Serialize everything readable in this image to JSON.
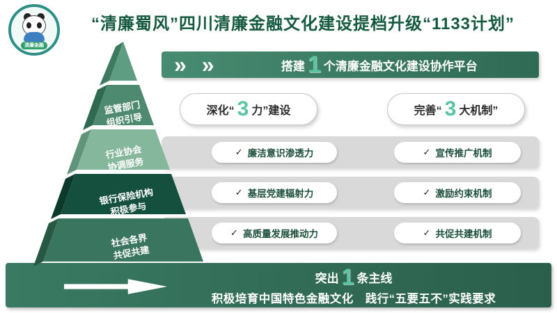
{
  "title": "“清廉蜀风”四川清廉金融文化建设提档升级“1133计划”",
  "logo": {
    "banner_text": "清廉金融"
  },
  "icons": {
    "chevrons": "»",
    "check": "✓"
  },
  "pyramid": {
    "apex": {
      "color": "#5f9d82",
      "facet": "#3e7a61"
    },
    "layers": [
      {
        "line1": "监管部门",
        "line2": "组织引导",
        "color": "#4e8a6f",
        "facet": "#2f6950"
      },
      {
        "line1": "行业协会",
        "line2": "协调服务",
        "color": "#85b79c",
        "facet": "#62947c"
      },
      {
        "line1": "银行保险机构",
        "line2": "积极参与",
        "color": "#14503d",
        "facet": "#0b3a2b"
      },
      {
        "line1": "社会各界",
        "line2": "共促共建",
        "color": "#3a7560",
        "facet": "#265844"
      }
    ]
  },
  "platform": {
    "prefix": "搭建",
    "number": "1",
    "suffix": "个清廉金融文化建设协作平台"
  },
  "mechanism_pills": {
    "left": {
      "pre": "深化“",
      "number": "3",
      "post": "力”建设"
    },
    "right": {
      "pre": "完善“",
      "number": "3",
      "post": "大机制”"
    }
  },
  "check_rows": [
    {
      "left": "廉洁意识渗透力",
      "right": "宣传推广机制"
    },
    {
      "left": "基层党建辐射力",
      "right": "激励约束机制"
    },
    {
      "left": "高质量发展推动力",
      "right": "共促共建机制"
    }
  ],
  "bottom": {
    "pre": "突出",
    "number": "1",
    "post": "条主线",
    "line2": "积极培育中国特色金融文化　践行“五要五不”实践要求"
  },
  "colors": {
    "title_green": "#155a3e",
    "banner_green": "#478c72",
    "banner_green_dark": "#2f6a54",
    "bottom_green": "#3a7a62",
    "bottom_green_dark": "#2a5f4b",
    "number_teal": "#5ac4a2",
    "gray_band": "#d9d9d9",
    "pill_text": "#1c4f3a",
    "text_dark": "#2b2b2b",
    "logo_ring": "#2e8f86"
  }
}
